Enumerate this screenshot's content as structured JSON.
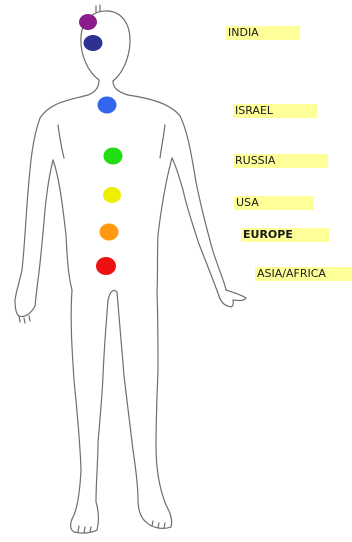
{
  "colors": {
    "highlight": "#ffff99",
    "outline": "#6e6e6e",
    "chakras": [
      "#8b1a8b",
      "#2e3192",
      "#3366ee",
      "#22dd11",
      "#eeee00",
      "#ff9911",
      "#ee1111"
    ]
  },
  "labels": [
    {
      "key": "india",
      "text": "INDIA"
    },
    {
      "key": "israel",
      "text": "ISRAEL"
    },
    {
      "key": "russia",
      "text": "RUSSIA"
    },
    {
      "key": "usa",
      "text": "USA"
    },
    {
      "key": "europe",
      "text": "EUROPE"
    },
    {
      "key": "asia",
      "text": "ASIA/AFRICA"
    }
  ]
}
